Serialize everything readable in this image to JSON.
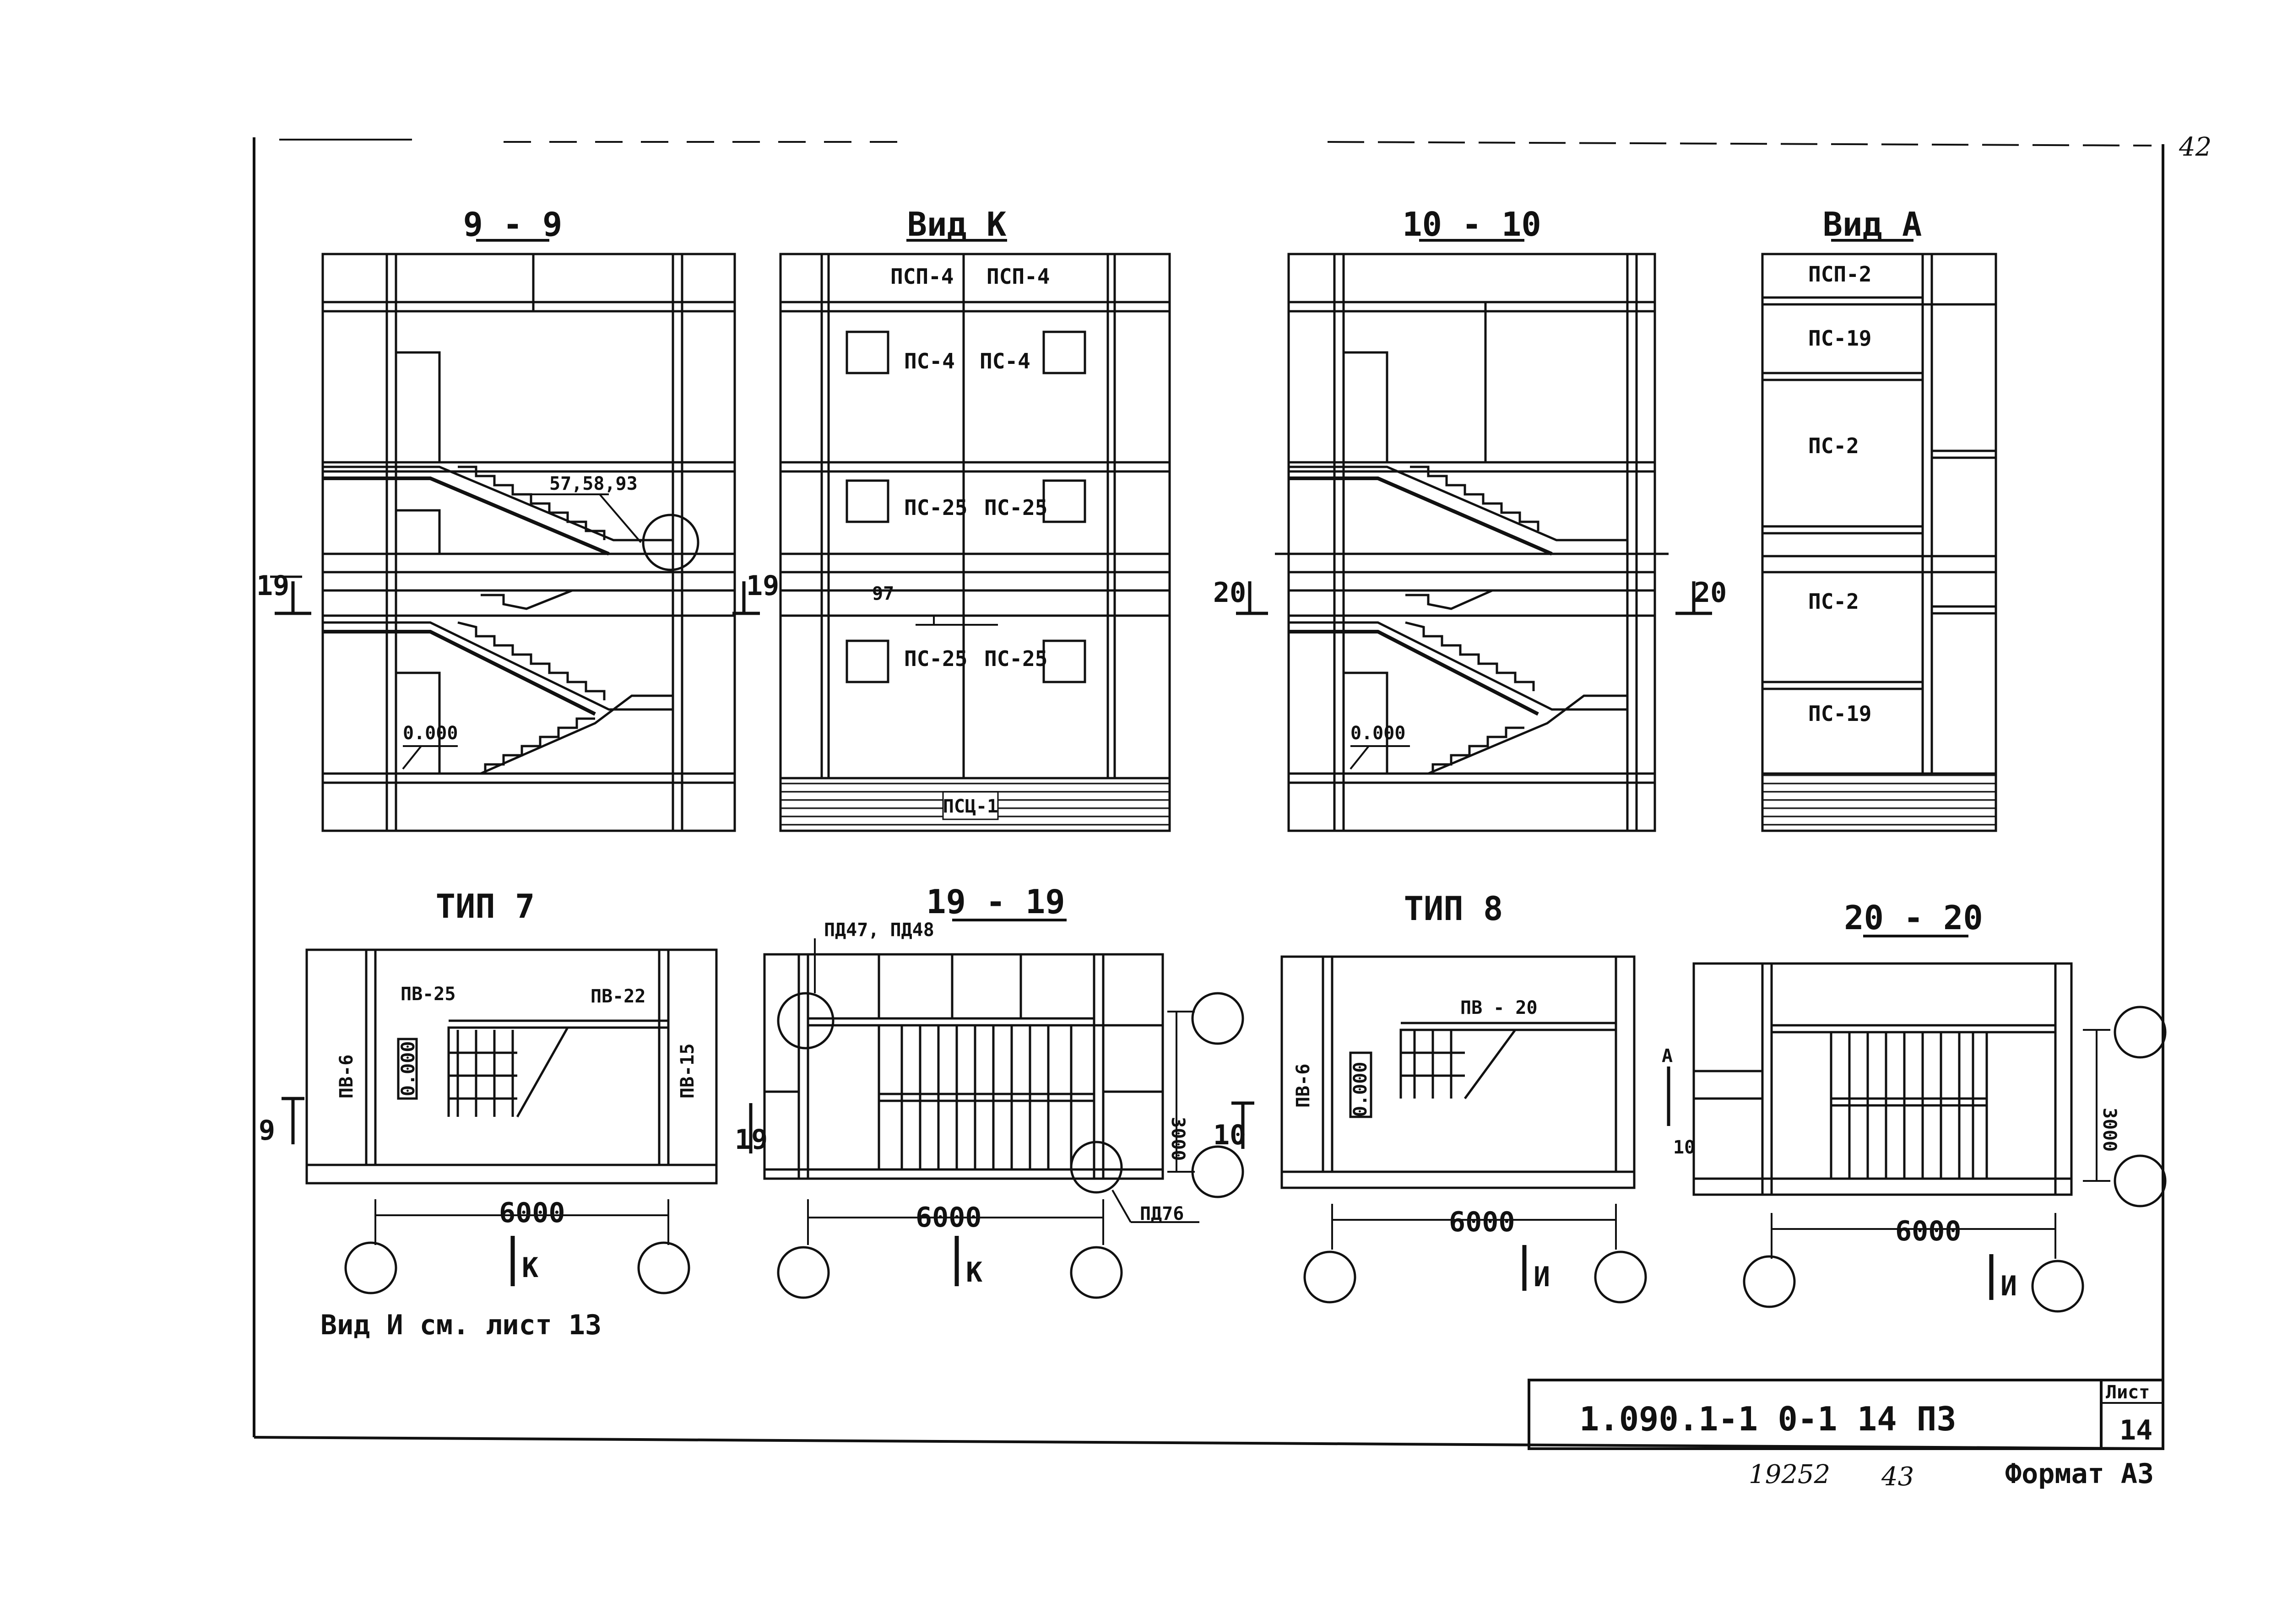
{
  "sheet": {
    "handwritten_number": "42"
  },
  "views": {
    "section_9_9": {
      "title": "9 - 9",
      "node_refs": "57,58,93",
      "elevation": "0.000",
      "cut_marker": "19"
    },
    "view_k": {
      "title": "Вид К",
      "panels": [
        "ПСП-4",
        "ПСП-4",
        "ПС-4",
        "ПС-4",
        "ПС-25",
        "ПС-25",
        "ПС-25",
        "ПС-25",
        "ПСЦ-1"
      ],
      "node_ref": "97"
    },
    "section_10_10": {
      "title": "10 - 10",
      "elevation": "0.000",
      "cut_marker": "20"
    },
    "view_a": {
      "title": "Вид А",
      "panels": [
        "ПСП-2",
        "ПС-19",
        "ПС-2",
        "ПС-2",
        "ПС-19"
      ]
    },
    "plan_type_7": {
      "title": "ТИП 7",
      "labels": [
        "ПВ-25",
        "ПВ-22",
        "ПВ-6",
        "ПВ-15"
      ],
      "elevation": "0.000",
      "dimension": "6000",
      "view_arrow": "К",
      "cut_marker": "9",
      "note": "Вид И см. лист 13"
    },
    "plan_19_19": {
      "title": "19 - 19",
      "node_refs": "ПД47, ПД48",
      "node_ref_lower": "ПД76",
      "dimension": "6000",
      "dimension_vertical": "3000",
      "view_arrow": "К",
      "cut_marker": "19"
    },
    "plan_type_8": {
      "title": "ТИП 8",
      "labels": [
        "ПВ - 20",
        "ПВ-6"
      ],
      "elevation": "0.000",
      "dimension": "6000",
      "view_arrow": "И",
      "cut_marker": "10"
    },
    "plan_20_20": {
      "title": "20 - 20",
      "dimension": "6000",
      "dimension_vertical": "3000",
      "view_arrow": "И",
      "view_a_marker": "А",
      "cut_marker": "10"
    }
  },
  "title_block": {
    "document_code": "1.090.1-1   0-1  14 ПЗ",
    "sheet_label": "Лист",
    "sheet_number": "14",
    "inventory_number": "19252",
    "page_number": "43",
    "format": "Формат А3"
  }
}
